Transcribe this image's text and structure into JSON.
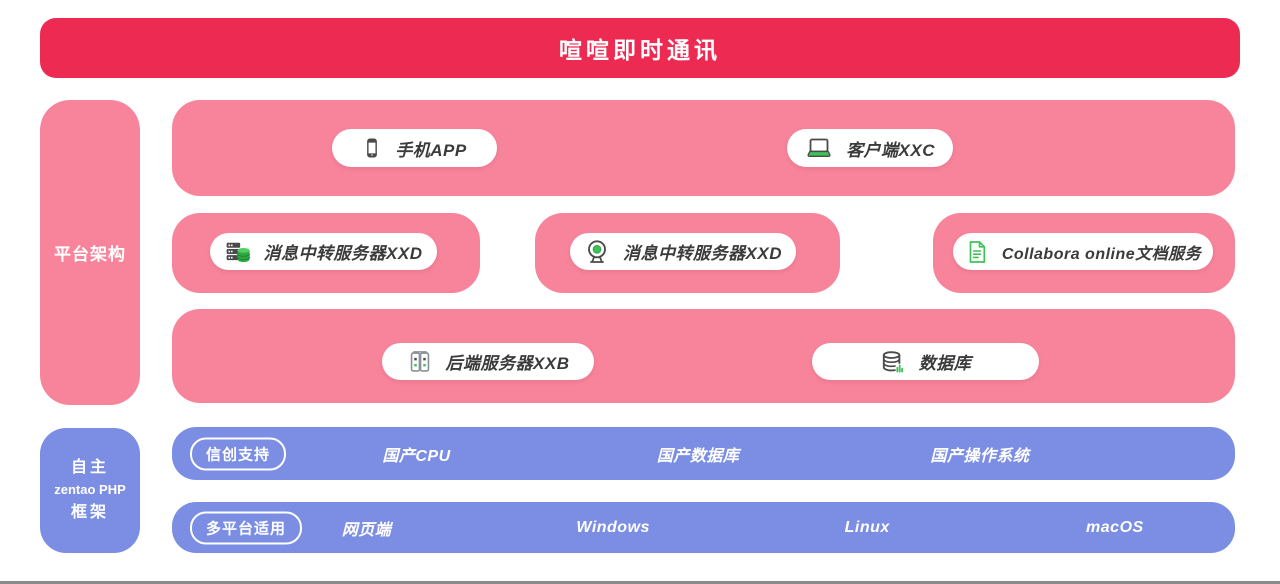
{
  "colors": {
    "red": "#ed2b52",
    "pink": "#f8849b",
    "blue": "#7b8ee3",
    "green": "#3ec257",
    "dark": "#4a4a4a",
    "edge": "#8a8a8a"
  },
  "banner": {
    "title": "喧喧即时通讯"
  },
  "platform": {
    "sidebar_label": "平台架构",
    "row1": {
      "items": [
        {
          "icon": "smartphone-icon",
          "label": "手机APP"
        },
        {
          "icon": "laptop-icon",
          "label": "客户端XXC"
        }
      ]
    },
    "row2": {
      "items": [
        {
          "icon": "server-database-icon",
          "label": "消息中转服务器XXD"
        },
        {
          "icon": "webcam-icon",
          "label": "消息中转服务器XXD"
        },
        {
          "icon": "document-icon",
          "label": "Collabora online文档服务"
        }
      ]
    },
    "row3": {
      "items": [
        {
          "icon": "server-towers-icon",
          "label": "后端服务器XXB"
        },
        {
          "icon": "database-icon",
          "label": "数据库"
        }
      ]
    }
  },
  "framework": {
    "sidebar_lines": [
      "自主",
      "zentao PHP",
      "框架"
    ],
    "bars": [
      {
        "tag": "信创支持",
        "items": [
          "国产CPU",
          "国产数据库",
          "国产操作系统"
        ]
      },
      {
        "tag": "多平台适用",
        "items": [
          "网页端",
          "Windows",
          "Linux",
          "macOS"
        ]
      }
    ]
  }
}
